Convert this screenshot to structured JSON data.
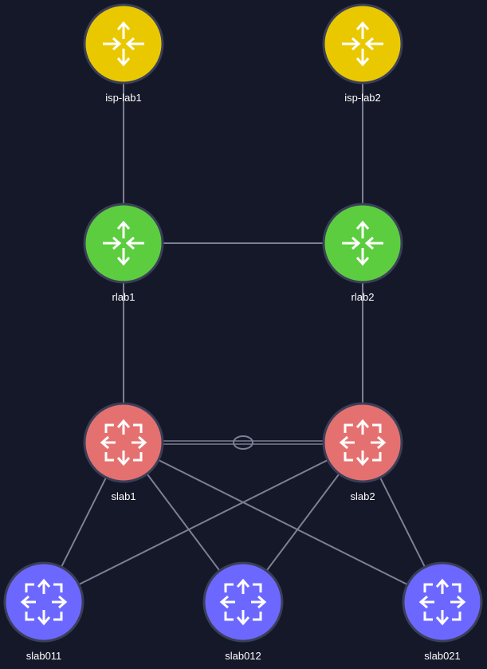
{
  "nodes": [
    {
      "id": "isp-lab1",
      "label": "isp-lab1",
      "tier": "isp",
      "icon": "router-icon"
    },
    {
      "id": "isp-lab2",
      "label": "isp-lab2",
      "tier": "isp",
      "icon": "router-icon"
    },
    {
      "id": "rlab1",
      "label": "rlab1",
      "tier": "router",
      "icon": "router-icon"
    },
    {
      "id": "rlab2",
      "label": "rlab2",
      "tier": "router",
      "icon": "router-icon"
    },
    {
      "id": "slab1",
      "label": "slab1",
      "tier": "spine",
      "icon": "switch-icon"
    },
    {
      "id": "slab2",
      "label": "slab2",
      "tier": "spine",
      "icon": "switch-icon"
    },
    {
      "id": "slab011",
      "label": "slab011",
      "tier": "leaf",
      "icon": "switch-icon"
    },
    {
      "id": "slab012",
      "label": "slab012",
      "tier": "leaf",
      "icon": "switch-icon"
    },
    {
      "id": "slab021",
      "label": "slab021",
      "tier": "leaf",
      "icon": "switch-icon"
    }
  ],
  "links": [
    {
      "from": "isp-lab1",
      "to": "rlab1"
    },
    {
      "from": "isp-lab2",
      "to": "rlab2"
    },
    {
      "from": "rlab1",
      "to": "rlab2"
    },
    {
      "from": "rlab1",
      "to": "slab1"
    },
    {
      "from": "rlab2",
      "to": "slab2"
    },
    {
      "from": "slab1",
      "to": "slab2",
      "lag": true
    },
    {
      "from": "slab1",
      "to": "slab011"
    },
    {
      "from": "slab1",
      "to": "slab012"
    },
    {
      "from": "slab1",
      "to": "slab021"
    },
    {
      "from": "slab2",
      "to": "slab011"
    },
    {
      "from": "slab2",
      "to": "slab012"
    },
    {
      "from": "slab2",
      "to": "slab021"
    }
  ],
  "colors": {
    "background": "#151829",
    "isp": "#eac800",
    "router": "#5ccd3f",
    "spine": "#e47170",
    "leaf": "#6c68ff",
    "link": "#7d7f94",
    "label": "#ffffff"
  }
}
